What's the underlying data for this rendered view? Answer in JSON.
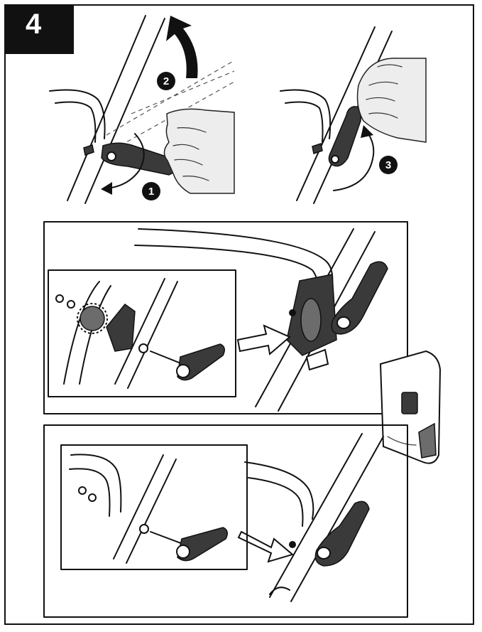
{
  "step": {
    "number": "4"
  },
  "callouts": [
    "1",
    "2",
    "3"
  ],
  "colors": {
    "ink": "#111111",
    "paper": "#ffffff",
    "shade": "#3a3a3a",
    "hand": "#ededed"
  },
  "icons": {
    "rotate": "curved-arrow-icon",
    "lift": "up-arrow-icon",
    "zoom": "hollow-arrow-icon"
  }
}
